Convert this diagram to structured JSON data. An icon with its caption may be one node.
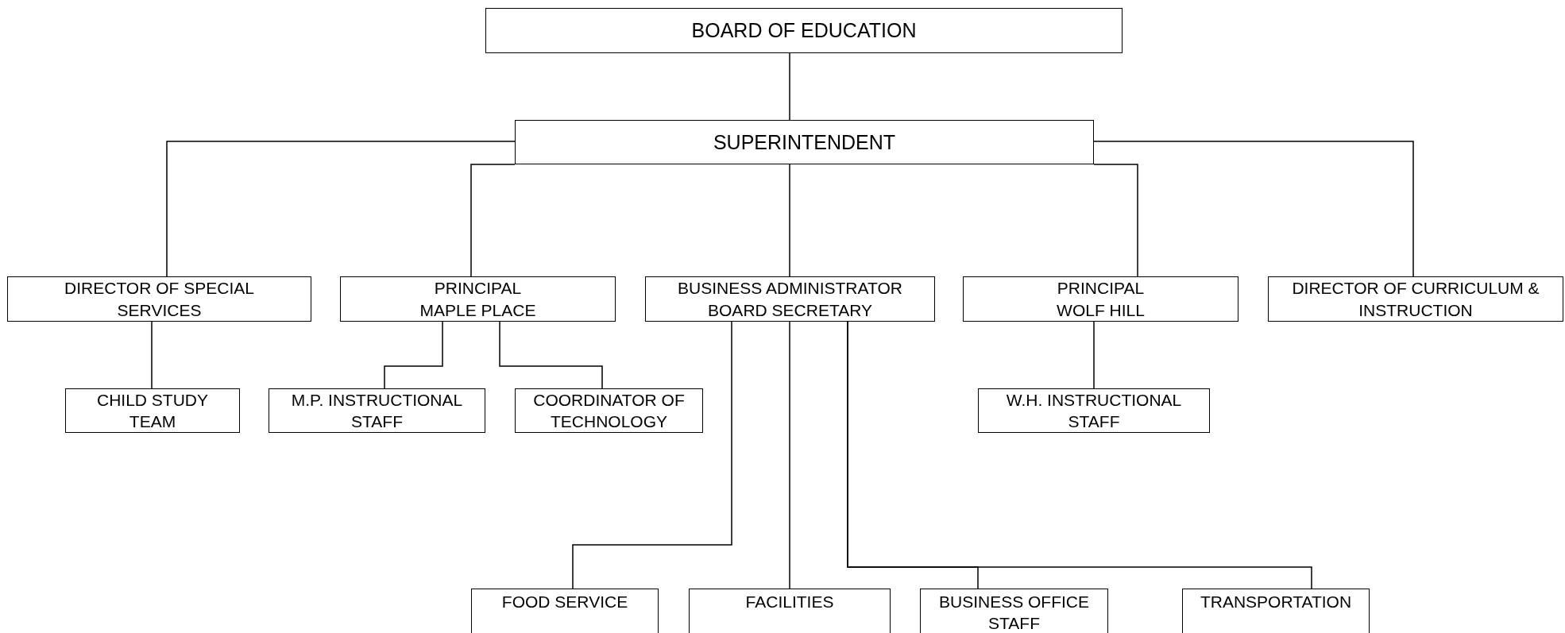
{
  "diagram": {
    "nodes": [
      {
        "text": [
          "BOARD OF EDUCATION"
        ]
      },
      {
        "text": [
          "SUPERINTENDENT"
        ]
      },
      {
        "text": [
          "DIRECTOR OF SPECIAL SERVICES"
        ]
      },
      {
        "text": [
          "PRINCIPAL",
          "MAPLE PLACE"
        ]
      },
      {
        "text": [
          "BUSINESS ADMINISTRATOR",
          "BOARD SECRETARY"
        ]
      },
      {
        "text": [
          "PRINCIPAL",
          "WOLF HILL"
        ]
      },
      {
        "text": [
          "DIRECTOR OF CURRICULUM & INSTRUCTION"
        ]
      },
      {
        "text": [
          "CHILD STUDY TEAM"
        ]
      },
      {
        "text": [
          "M.P. INSTRUCTIONAL STAFF"
        ]
      },
      {
        "text": [
          "COORDINATOR OF TECHNOLOGY"
        ]
      },
      {
        "text": [
          "W.H. INSTRUCTIONAL STAFF"
        ]
      },
      {
        "text": [
          "FOOD SERVICE"
        ]
      },
      {
        "text": [
          "FACILITIES"
        ]
      },
      {
        "text": [
          "BUSINESS OFFICE STAFF"
        ]
      },
      {
        "text": [
          "TRANSPORTATION"
        ]
      }
    ],
    "edges": [
      {
        "from": 0,
        "to": 1,
        "arrow": "none"
      },
      {
        "from": 1,
        "to": 2,
        "arrow": "none"
      },
      {
        "from": 1,
        "to": 3,
        "arrow": "none"
      },
      {
        "from": 1,
        "to": 4,
        "arrow": "none"
      },
      {
        "from": 1,
        "to": 5,
        "arrow": "none"
      },
      {
        "from": 1,
        "to": 6,
        "arrow": "none"
      },
      {
        "from": 2,
        "to": 7,
        "arrow": "none"
      },
      {
        "from": 3,
        "to": 8,
        "arrow": "none"
      },
      {
        "from": 3,
        "to": 9,
        "arrow": "none"
      },
      {
        "from": 5,
        "to": 10,
        "arrow": "none"
      },
      {
        "from": 4,
        "to": 11,
        "arrow": "none"
      },
      {
        "from": 4,
        "to": 12,
        "arrow": "none"
      },
      {
        "from": 4,
        "to": 13,
        "arrow": "none"
      },
      {
        "from": 4,
        "to": 14,
        "arrow": "none"
      }
    ]
  }
}
